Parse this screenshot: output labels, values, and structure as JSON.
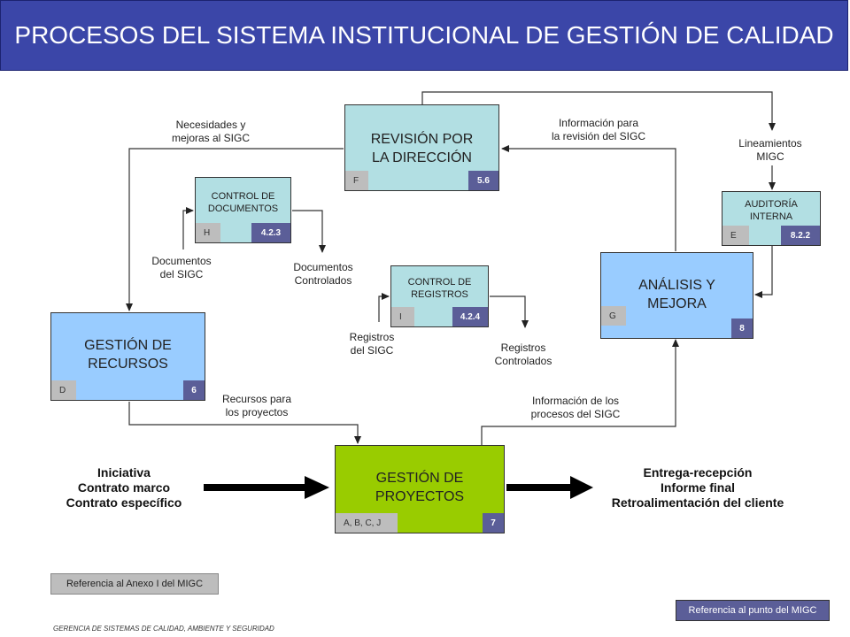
{
  "title": "PROCESOS DEL SISTEMA INSTITUCIONAL DE GESTIÓN DE CALIDAD",
  "colors": {
    "title_bg": "#3b46a8",
    "box_teal": "#b2dfe3",
    "box_blue": "#99ccff",
    "box_green": "#99cc00",
    "ref_tag": "#5b5e98",
    "letter_tag": "#bdbdbd"
  },
  "boxes": {
    "revision": {
      "label": "REVISIÓN POR\nLA DIRECCIÓN",
      "letter": "F",
      "ref": "5.6"
    },
    "control_docs": {
      "label": "CONTROL  DE\nDOCUMENTOS",
      "letter": "H",
      "ref": "4.2.3"
    },
    "control_regs": {
      "label": "CONTROL  DE\nREGISTROS",
      "letter": "I",
      "ref": "4.2.4"
    },
    "auditoria": {
      "label": "AUDITORÍA\nINTERNA",
      "letter": "E",
      "ref": "8.2.2"
    },
    "analisis": {
      "label": "ANÁLISIS Y\nMEJORA",
      "letter": "G",
      "ref": "8"
    },
    "recursos": {
      "label": "GESTIÓN DE\nRECURSOS",
      "letter": "D",
      "ref": "6"
    },
    "proyectos": {
      "label": "GESTIÓN DE\nPROYECTOS",
      "letter": "A, B, C, J",
      "ref": "7"
    }
  },
  "notes": {
    "necesidades": "Necesidades y\nmejoras al SIGC",
    "info_revision": "Información para\nla revisión del SIGC",
    "lineamientos": "Lineamientos\nMIGC",
    "docs_sigc": "Documentos\ndel SIGC",
    "docs_controlados": "Documentos\nControlados",
    "regs_sigc": "Registros\ndel SIGC",
    "regs_controlados": "Registros\nControlados",
    "recursos_proyectos": "Recursos para\nlos proyectos",
    "info_procesos": "Información de los\nprocesos del SIGC"
  },
  "inputs": "Iniciativa\nContrato marco\nContrato específico",
  "outputs": "Entrega-recepción\nInforme final\nRetroalimentación del cliente",
  "legend": {
    "annex_ref": "Referencia al  Anexo I del MIGC",
    "point_ref": "Referencia al punto del MIGC"
  },
  "footer": "GERENCIA DE SISTEMAS DE CALIDAD, AMBIENTE Y SEGURIDAD"
}
